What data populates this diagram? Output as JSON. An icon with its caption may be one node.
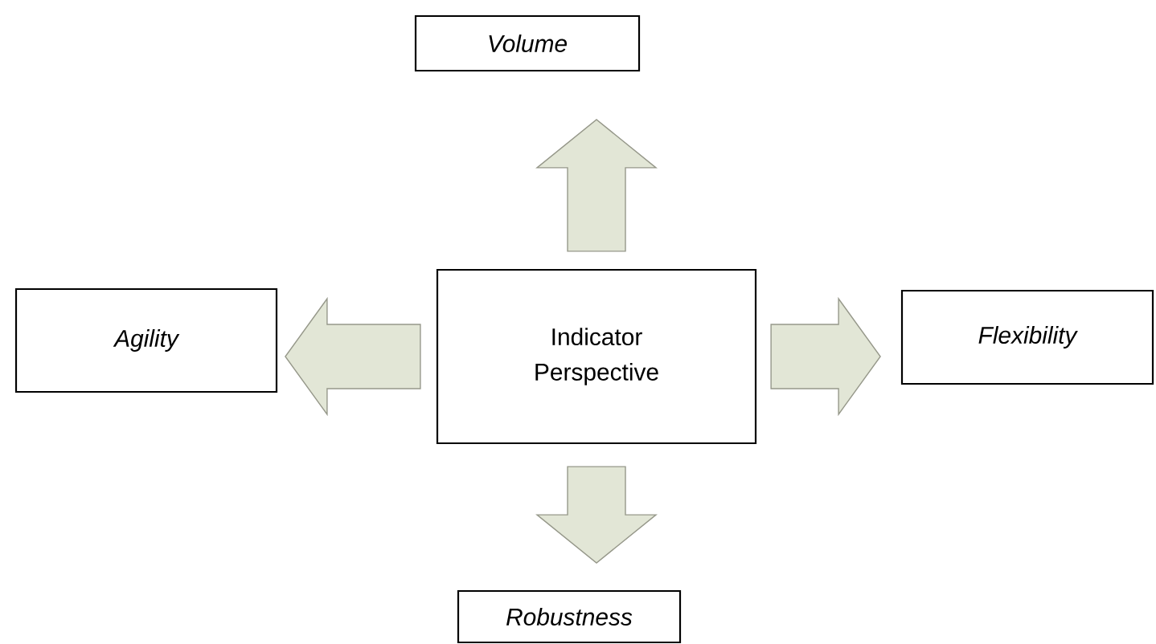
{
  "diagram": {
    "nodes": [
      {
        "text": [
          "Volume"
        ]
      },
      {
        "text": [
          "Agility"
        ]
      },
      {
        "text": [
          "Indicator Perspective"
        ]
      },
      {
        "text": [
          "Flexibility"
        ]
      },
      {
        "text": [
          "Robustness"
        ]
      }
    ],
    "edges": [
      {
        "from": 2,
        "to": 0,
        "arrow": "to"
      },
      {
        "from": 2,
        "to": 1,
        "arrow": "to"
      },
      {
        "from": 2,
        "to": 3,
        "arrow": "to"
      },
      {
        "from": 2,
        "to": 4,
        "arrow": "to"
      }
    ]
  }
}
